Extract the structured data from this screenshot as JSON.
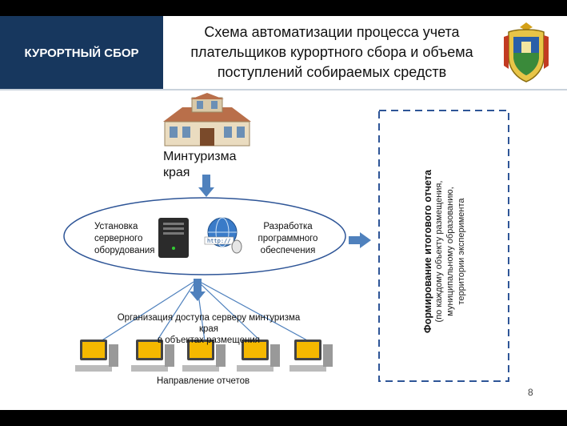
{
  "header": {
    "badge_label": "КУРОРТНЫЙ СБОР",
    "title_lines": [
      "Схема автоматизации процесса учета",
      "плательщиков курортного сбора и объема",
      "поступлений собираемых средств"
    ]
  },
  "nodes": {
    "ministry_line1": "Минтуризма",
    "ministry_line2": "края",
    "server_line1": "Установка",
    "server_line2": "серверного",
    "server_line3": "оборудования",
    "software_line1": "Разработка",
    "software_line2": "программного",
    "software_line3": "обеспечения",
    "access_line1": "Организация доступа серверу минтуризма",
    "access_line2": "края",
    "access_line3": "в объектах размещения",
    "reports_label": "Направление отчетов"
  },
  "report_box": {
    "title": "Формирование итогового отчета",
    "sub_lines": [
      "(по каждому объекту размещения,",
      "муниципальному образованию,",
      "территории эксперимента"
    ]
  },
  "page_number": "8",
  "colors": {
    "header_badge": "#17375e",
    "arrow": "#4f81bd",
    "ellipse_stroke": "#2e5597",
    "monitor_screen": "#f5b800",
    "building_roof": "#b96f4a"
  }
}
